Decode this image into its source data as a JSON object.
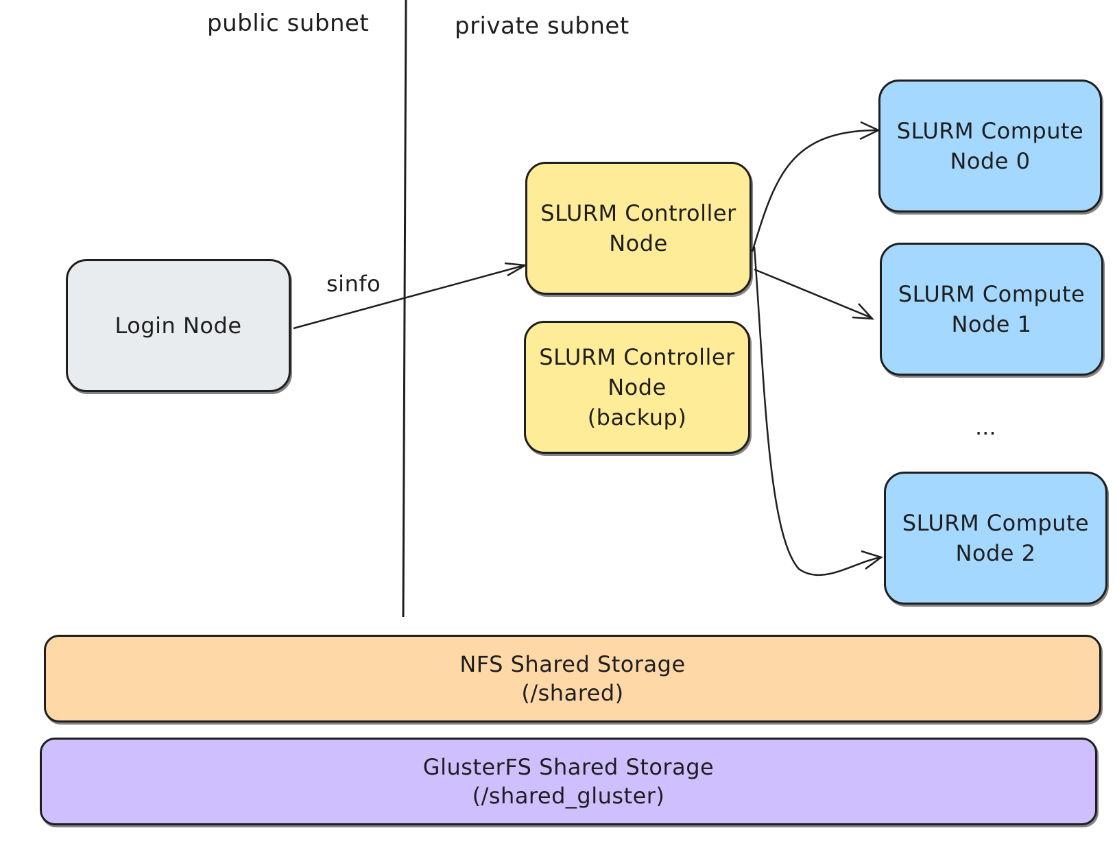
{
  "zones": {
    "public_label": "public subnet",
    "private_label": "private subnet"
  },
  "nodes": {
    "login": {
      "label": "Login Node"
    },
    "controller": {
      "line1": "SLURM Controller",
      "line2": "Node"
    },
    "controller_backup": {
      "line1": "SLURM Controller",
      "line2": "Node",
      "line3": "(backup)"
    },
    "compute0": {
      "line1": "SLURM Compute",
      "line2": "Node 0"
    },
    "compute1": {
      "line1": "SLURM Compute",
      "line2": "Node 1"
    },
    "compute2": {
      "line1": "SLURM Compute",
      "line2": "Node 2"
    }
  },
  "ellipsis": "...",
  "edges": {
    "sinfo_label": "sinfo"
  },
  "storage": {
    "nfs": {
      "line1": "NFS Shared Storage",
      "line2": "(/shared)"
    },
    "gluster": {
      "line1": "GlusterFS Shared Storage",
      "line2": "(/shared_gluster)"
    }
  },
  "colors": {
    "login": "#e9ecef",
    "controller": "#ffec99",
    "compute": "#a5d8ff",
    "nfs": "#ffd8a8",
    "gluster": "#d0bfff",
    "stroke": "#1e1e1e"
  }
}
